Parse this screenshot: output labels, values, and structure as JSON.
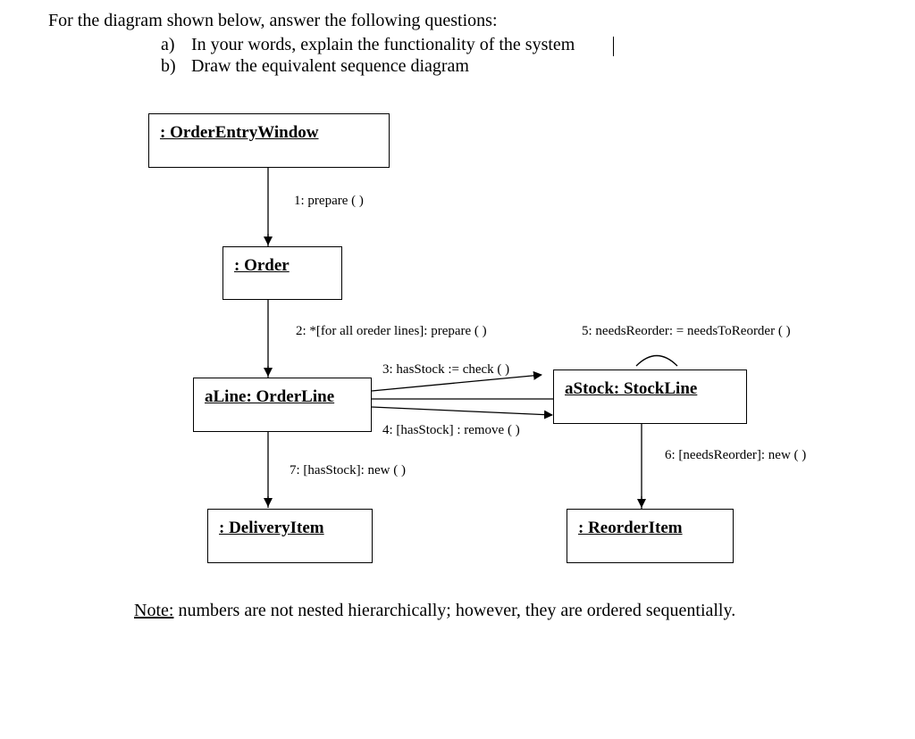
{
  "question": {
    "intro": "For the diagram shown below, answer the following questions:",
    "items": [
      {
        "tag": "a)",
        "text": "In your words, explain the functionality of the system"
      },
      {
        "tag": "b)",
        "text": "Draw the equivalent sequence diagram"
      }
    ]
  },
  "diagram": {
    "objects": {
      "order_entry_window": ": OrderEntryWindow",
      "order": ": Order",
      "order_line": "aLine: OrderLine",
      "stock_line": "aStock: StockLine",
      "delivery_item": ": DeliveryItem",
      "reorder_item": ": ReorderItem"
    },
    "messages": {
      "m1": "1: prepare ( )",
      "m2": "2: *[for all oreder lines]: prepare ( )",
      "m3": "3: hasStock := check ( )",
      "m4": "4: [hasStock] : remove ( )",
      "m5": "5: needsReorder: = needsToReorder ( )",
      "m6": "6: [needsReorder]: new ( )",
      "m7": "7: [hasStock]: new ( )"
    }
  },
  "note": {
    "label": "Note:",
    "text": " numbers are not nested hierarchically; however, they are ordered sequentially."
  }
}
